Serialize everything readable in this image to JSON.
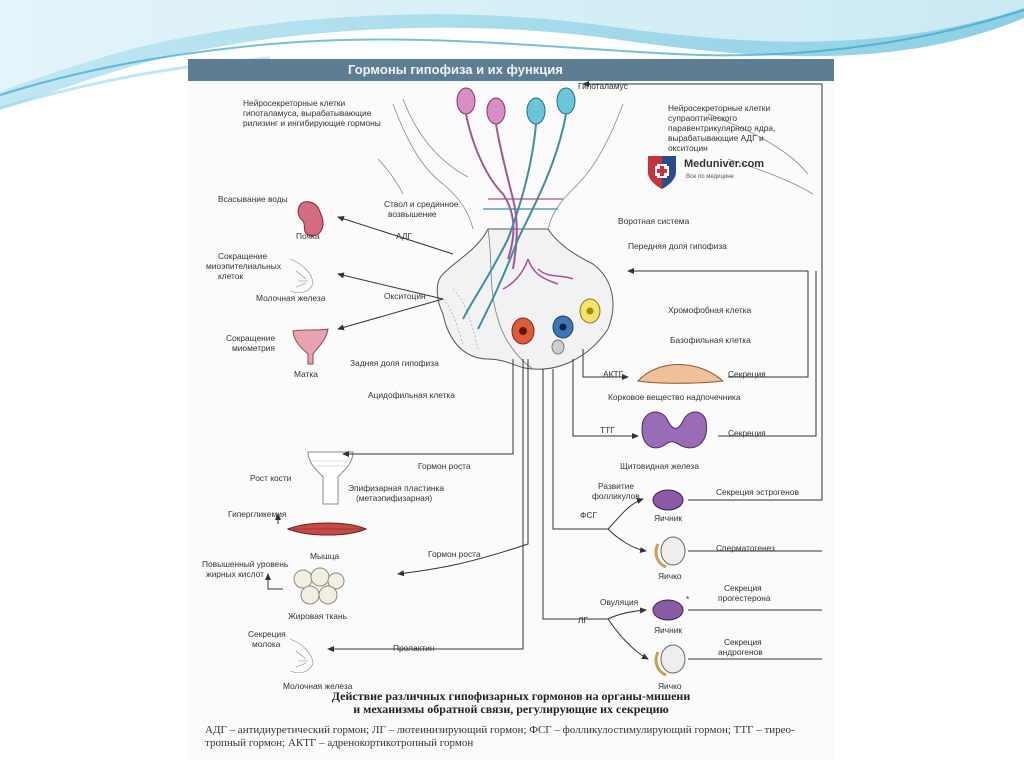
{
  "title": "Гормоны гипофиза и их функция",
  "logo": {
    "brand": "Meduniver.com",
    "tagline": "Все по медицине"
  },
  "labels": {
    "hypothalamus": "Гипоталамус",
    "neuro_left_1": "Нейросекреторные клетки",
    "neuro_left_2": "гипоталамуса, вырабатывающие",
    "neuro_left_3": "рилизинг и ингибирующие гормоны",
    "neuro_right_1": "Нейросекреторные клетки",
    "neuro_right_2": "супраоптического",
    "neuro_right_3": "паравентрикулярного ядра,",
    "neuro_right_4": "вырабатывающие АДГ и",
    "neuro_right_5": "окситоцин",
    "stalk_1": "Ствол и срединное",
    "stalk_2": "возвышение",
    "portal": "Воротная система",
    "anterior_lobe": "Передняя доля гипофиза",
    "chromophobe": "Хромофобная клетка",
    "basophil": "Базофильная клетка",
    "posterior_lobe": "Задняя доля гипофиза",
    "acidophil": "Ацидофильная клетка",
    "water": "Всасывание воды",
    "kidney": "Почка",
    "adh": "АДГ",
    "myo_1": "Сокращение",
    "myo_2": "миоэпителиальных",
    "myo_3": "клеток",
    "mammary": "Молочная железа",
    "oxytocin": "Окситоцин",
    "myom_1": "Сокращение",
    "myom_2": "миометрия",
    "uterus": "Матка",
    "actg": "АКТГ",
    "secretion": "Секреция",
    "adrenal_cortex": "Корковое вещество надпочечника",
    "ttg": "ТТГ",
    "thyroid": "Щитовидная железа",
    "bone_growth": "Рост кости",
    "gh": "Гормон роста",
    "epi_1": "Эпифизарная пластинка",
    "epi_2": "(метаэпифизарная)",
    "hyperglycemia": "Гипергликемия",
    "muscle": "Мышца",
    "fa_1": "Повышенный уровень",
    "fa_2": "жирных кислот",
    "adipose": "Жировая ткань",
    "milk_1": "Секреция",
    "milk_2": "молока",
    "prolactin": "Пролактин",
    "mammary2": "Молочная железа",
    "foll_1": "Развитие",
    "foll_2": "фолликулов",
    "estrogen": "Секреция эстрогенов",
    "fsh": "ФСГ",
    "ovary": "Яичник",
    "spermatogenesis": "Сперматогенез",
    "testis": "Яичко",
    "ovulation": "Овуляция",
    "prog_1": "Секреция",
    "prog_2": "прогестерона",
    "lh": "ЛГ",
    "andr_1": "Секреция",
    "andr_2": "андрогенов",
    "ovary2": "Яичник",
    "testis2": "Яичко",
    "star": "*"
  },
  "caption": {
    "line1": "Действие различных гипофизарных гормонов на органы-мишени",
    "line2": "и механизмы обратной связи, регулирующие их секрецию"
  },
  "legend": "АДГ – антидиуретический гормон; ЛГ – лютеинизирующий гормон; ФСГ – фолликулостимулирующий гормон; ТТГ – тирео-тропный гормон; АКТГ – адренокортикотропный гормон"
}
